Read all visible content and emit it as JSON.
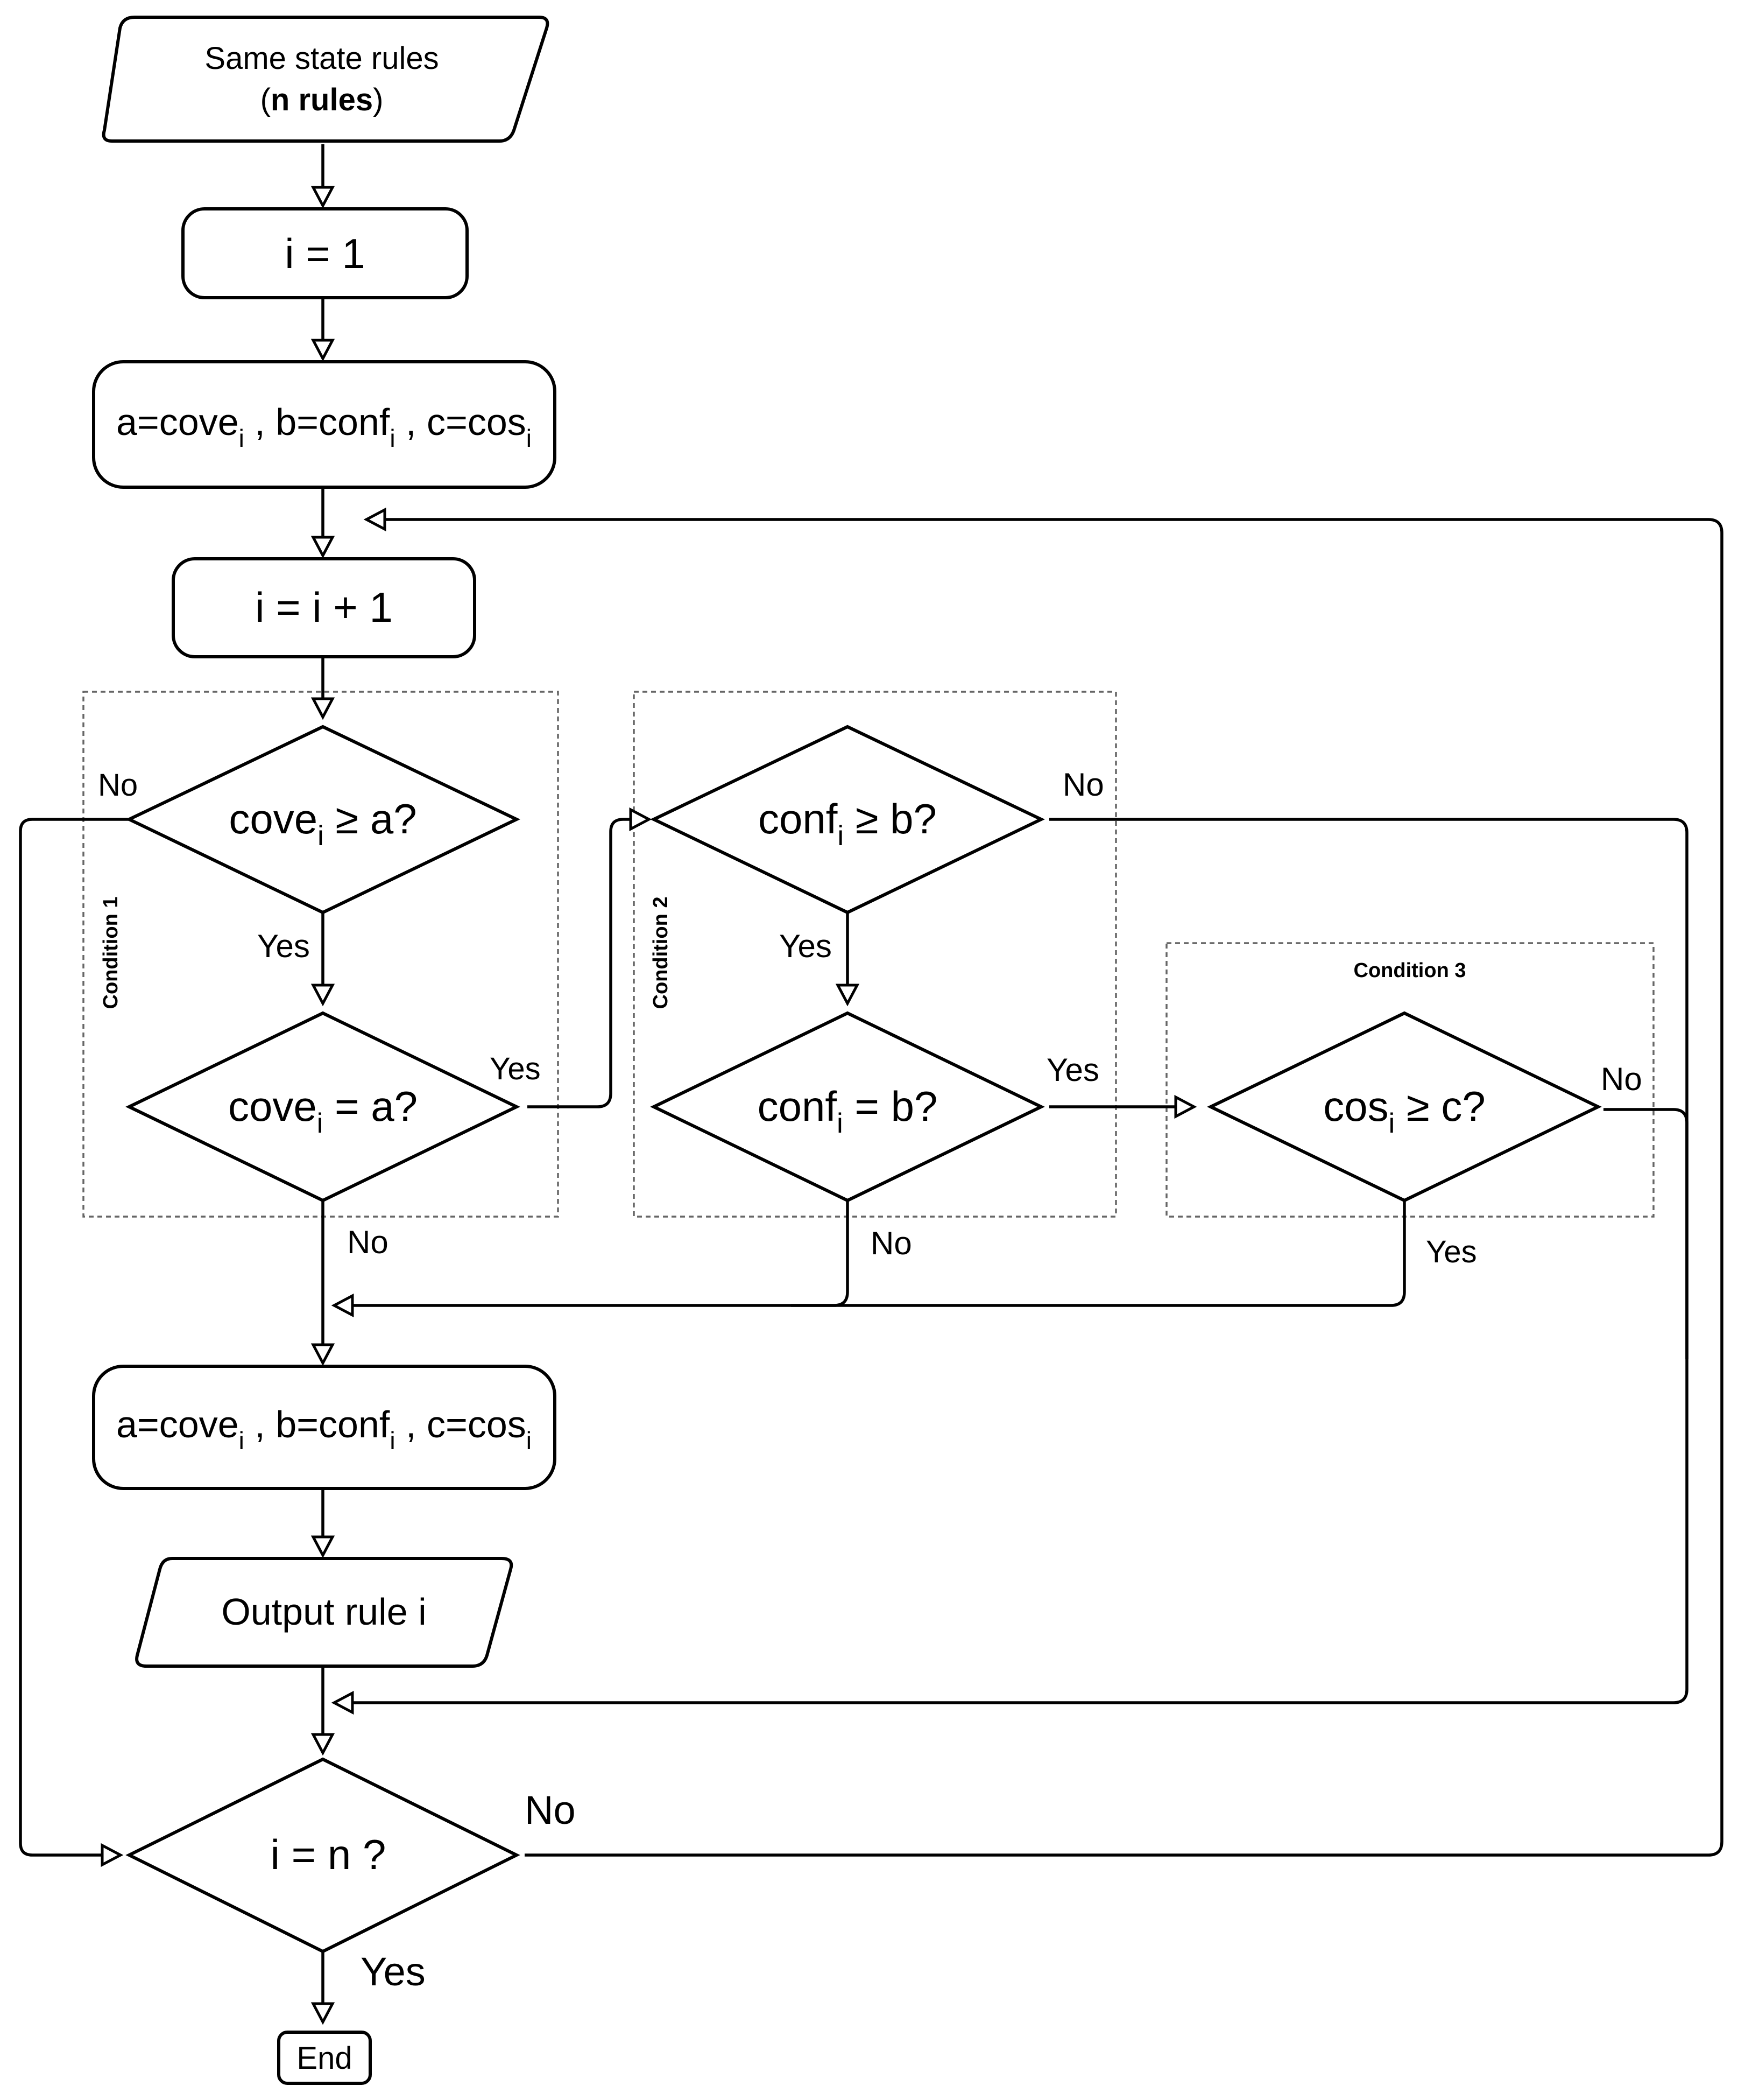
{
  "nodes": {
    "input": {
      "line1": "Same state rules",
      "line2_open": "(",
      "line2_bold": "n rules",
      "line2_close": ")"
    },
    "init_i": {
      "label": "i = 1"
    },
    "init_abc": {
      "p1": "a=cove",
      "s1": "i",
      "p2": " , b=conf",
      "s2": "i",
      "p3": " , c=cos",
      "s3": "i"
    },
    "increment": {
      "label": "i = i + 1"
    },
    "d_cove_ge": {
      "p1": "cove",
      "s1": "i",
      "p2": " ≥ a?"
    },
    "d_cove_eq": {
      "p1": "cove",
      "s1": "i",
      "p2": " = a?"
    },
    "d_conf_ge": {
      "p1": "conf",
      "s1": "i",
      "p2": " ≥ b?"
    },
    "d_conf_eq": {
      "p1": "conf",
      "s1": "i",
      "p2": " = b?"
    },
    "d_cos_ge": {
      "p1": "cos",
      "s1": "i",
      "p2": " ≥ c?"
    },
    "update_abc": {
      "p1": "a=cove",
      "s1": "i",
      "p2": " , b=conf",
      "s2": "i",
      "p3": " , c=cos",
      "s3": "i"
    },
    "output": {
      "label": "Output rule i"
    },
    "d_i_eq_n": {
      "label": "i = n ?"
    },
    "end": {
      "label": "End"
    }
  },
  "groups": {
    "condition1": "Condition 1",
    "condition2": "Condition 2",
    "condition3": "Condition 3"
  },
  "edge_labels": {
    "cove_ge_no": "No",
    "cove_ge_yes": "Yes",
    "cove_eq_yes": "Yes",
    "cove_eq_no": "No",
    "conf_ge_no": "No",
    "conf_ge_yes": "Yes",
    "conf_eq_yes": "Yes",
    "conf_eq_no": "No",
    "cos_ge_no": "No",
    "cos_ge_yes": "Yes",
    "i_eq_n_no": "No",
    "i_eq_n_yes": "Yes"
  }
}
